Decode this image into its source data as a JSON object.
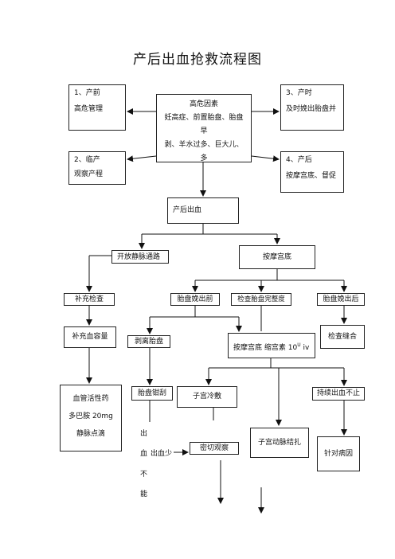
{
  "title": "产后出血抢救流程图",
  "high_risk": {
    "heading": "高危因素",
    "line1": "妊高症、前置胎盘、胎盘早",
    "line2": "剥、羊水过多、巨大儿、多"
  },
  "antenatal": {
    "line1": "1、产前",
    "line2": "高危管理"
  },
  "intrapartum_early": {
    "line1": "2、临产",
    "line2": "观察产程"
  },
  "delivery": {
    "line1": "3、产时",
    "line2": "及时娩出胎盘并"
  },
  "postpartum": {
    "line1": "4、产后",
    "line2": "按摩宫底、督促"
  },
  "pph": "产后出血",
  "open_iv": "开放静脉通路",
  "massage_uterus": "按摩宫底",
  "blood_test": "补充检查",
  "placenta_delivered": "胎盘娩出前",
  "check_placenta": "检查胎盘完整度",
  "placenta_after": "胎盘娩出后",
  "volume": "补充血容量",
  "placenta_removal": "剥离胎盘",
  "massage_oxytocin": {
    "text": "按摩宫底  缩宫素 10",
    "sup": "U",
    "suffix": " iv"
  },
  "inspect_suture": "检查缝合",
  "vasoactive": {
    "line1": "血管活性药",
    "line2": "多巴胺 20mg",
    "line3": "静脉点滴"
  },
  "manual": "胎盘钳刮",
  "cold": "子宫冷敷",
  "persist": "持续出血不止",
  "vertical_text": [
    "出",
    "血",
    "不",
    "能"
  ],
  "bleeding_less": "出血少",
  "observe": "密切观察",
  "ligation": "子宫动脉结扎",
  "cause": "针对病因"
}
